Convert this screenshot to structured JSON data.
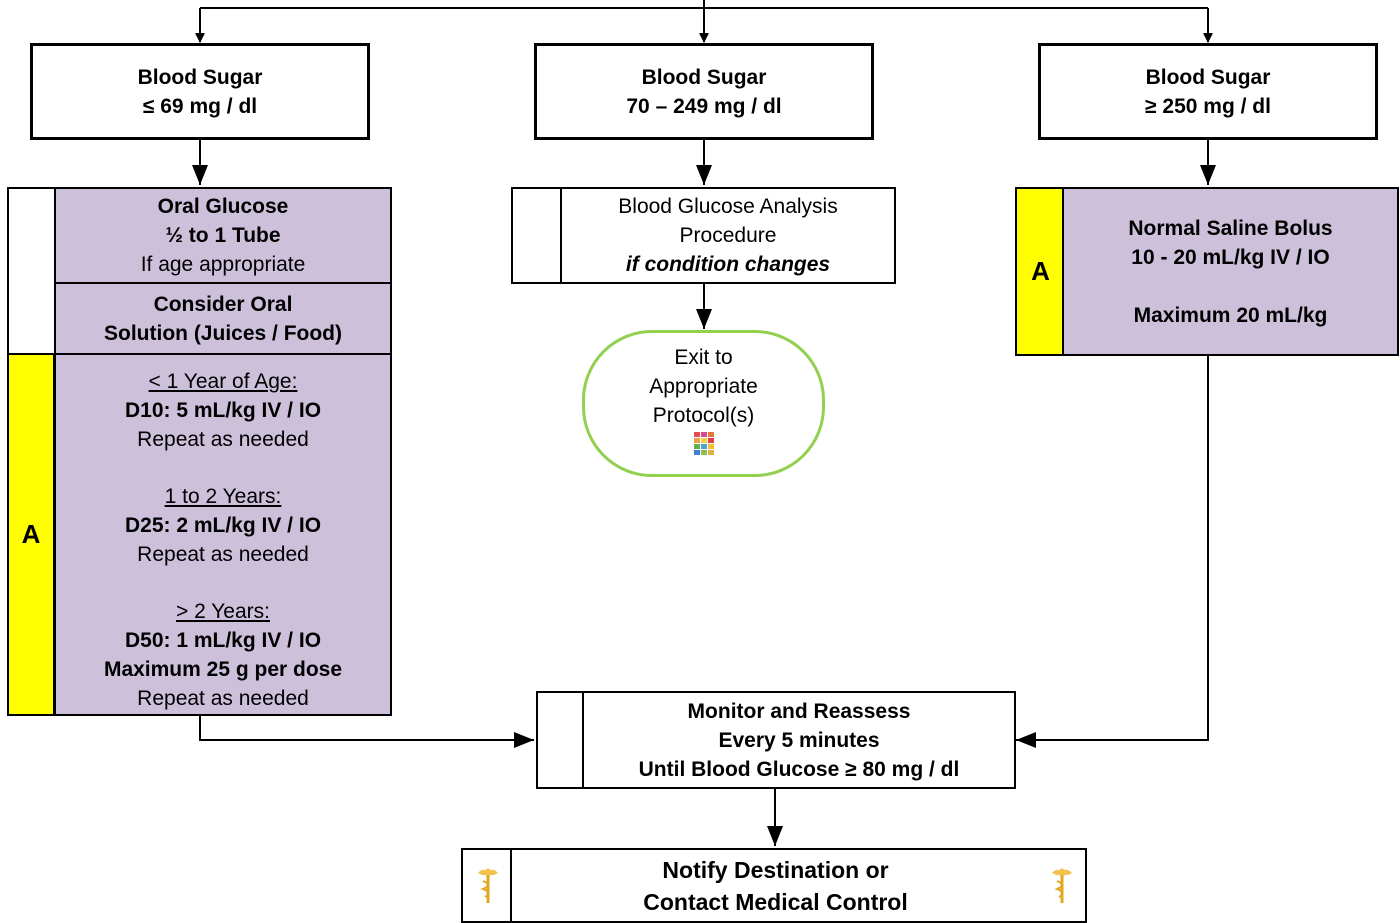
{
  "boxes": {
    "low": {
      "title": "Blood Sugar",
      "range": "≤ 69 mg / dl"
    },
    "mid": {
      "title": "Blood Sugar",
      "range": "70 – 249 mg / dl"
    },
    "high": {
      "title": "Blood Sugar",
      "range": "≥ 250 mg / dl"
    }
  },
  "oral_glucose": {
    "title": "Oral Glucose",
    "dose": "½ to 1 Tube",
    "note": "If age appropriate"
  },
  "oral_solution": {
    "line1": "Consider  Oral",
    "line2": "Solution (Juices / Food)"
  },
  "dextrose": {
    "level": "A",
    "g1": {
      "heading": "< 1 Year of Age:",
      "dose": "D10: 5 mL/kg IV / IO",
      "repeat": "Repeat as needed"
    },
    "g2": {
      "heading": "1 to 2 Years:",
      "dose": "D25: 2  mL/kg IV / IO",
      "repeat": "Repeat as needed"
    },
    "g3": {
      "heading": "> 2 Years:",
      "dose": "D50: 1 mL/kg IV / IO",
      "max": "Maximum 25 g per dose",
      "repeat": "Repeat as needed"
    }
  },
  "analysis": {
    "line1": "Blood Glucose Analysis",
    "line2": "Procedure",
    "line3": "if condition changes"
  },
  "exit": {
    "line1": "Exit to",
    "line2": "Appropriate",
    "line3": "Protocol(s)"
  },
  "saline": {
    "level": "A",
    "line1": "Normal Saline Bolus",
    "line2": "10 - 20 mL/kg IV / IO",
    "line3": "Maximum 20 mL/kg"
  },
  "monitor": {
    "line1": "Monitor and Reassess",
    "line2": "Every 5 minutes",
    "line3": "Until Blood Glucose ≥ 80 mg / dl"
  },
  "notify": {
    "line1": "Notify Destination or",
    "line2": "Contact Medical Control"
  },
  "icons": {
    "protocol_grid": "protocol-grid-icon",
    "caduceus": "caduceus-icon"
  },
  "colors": {
    "lavender": "#ccc0da",
    "yellow": "#ffff00",
    "green_outline": "#92d050",
    "caduceus": "#f2c14e"
  }
}
